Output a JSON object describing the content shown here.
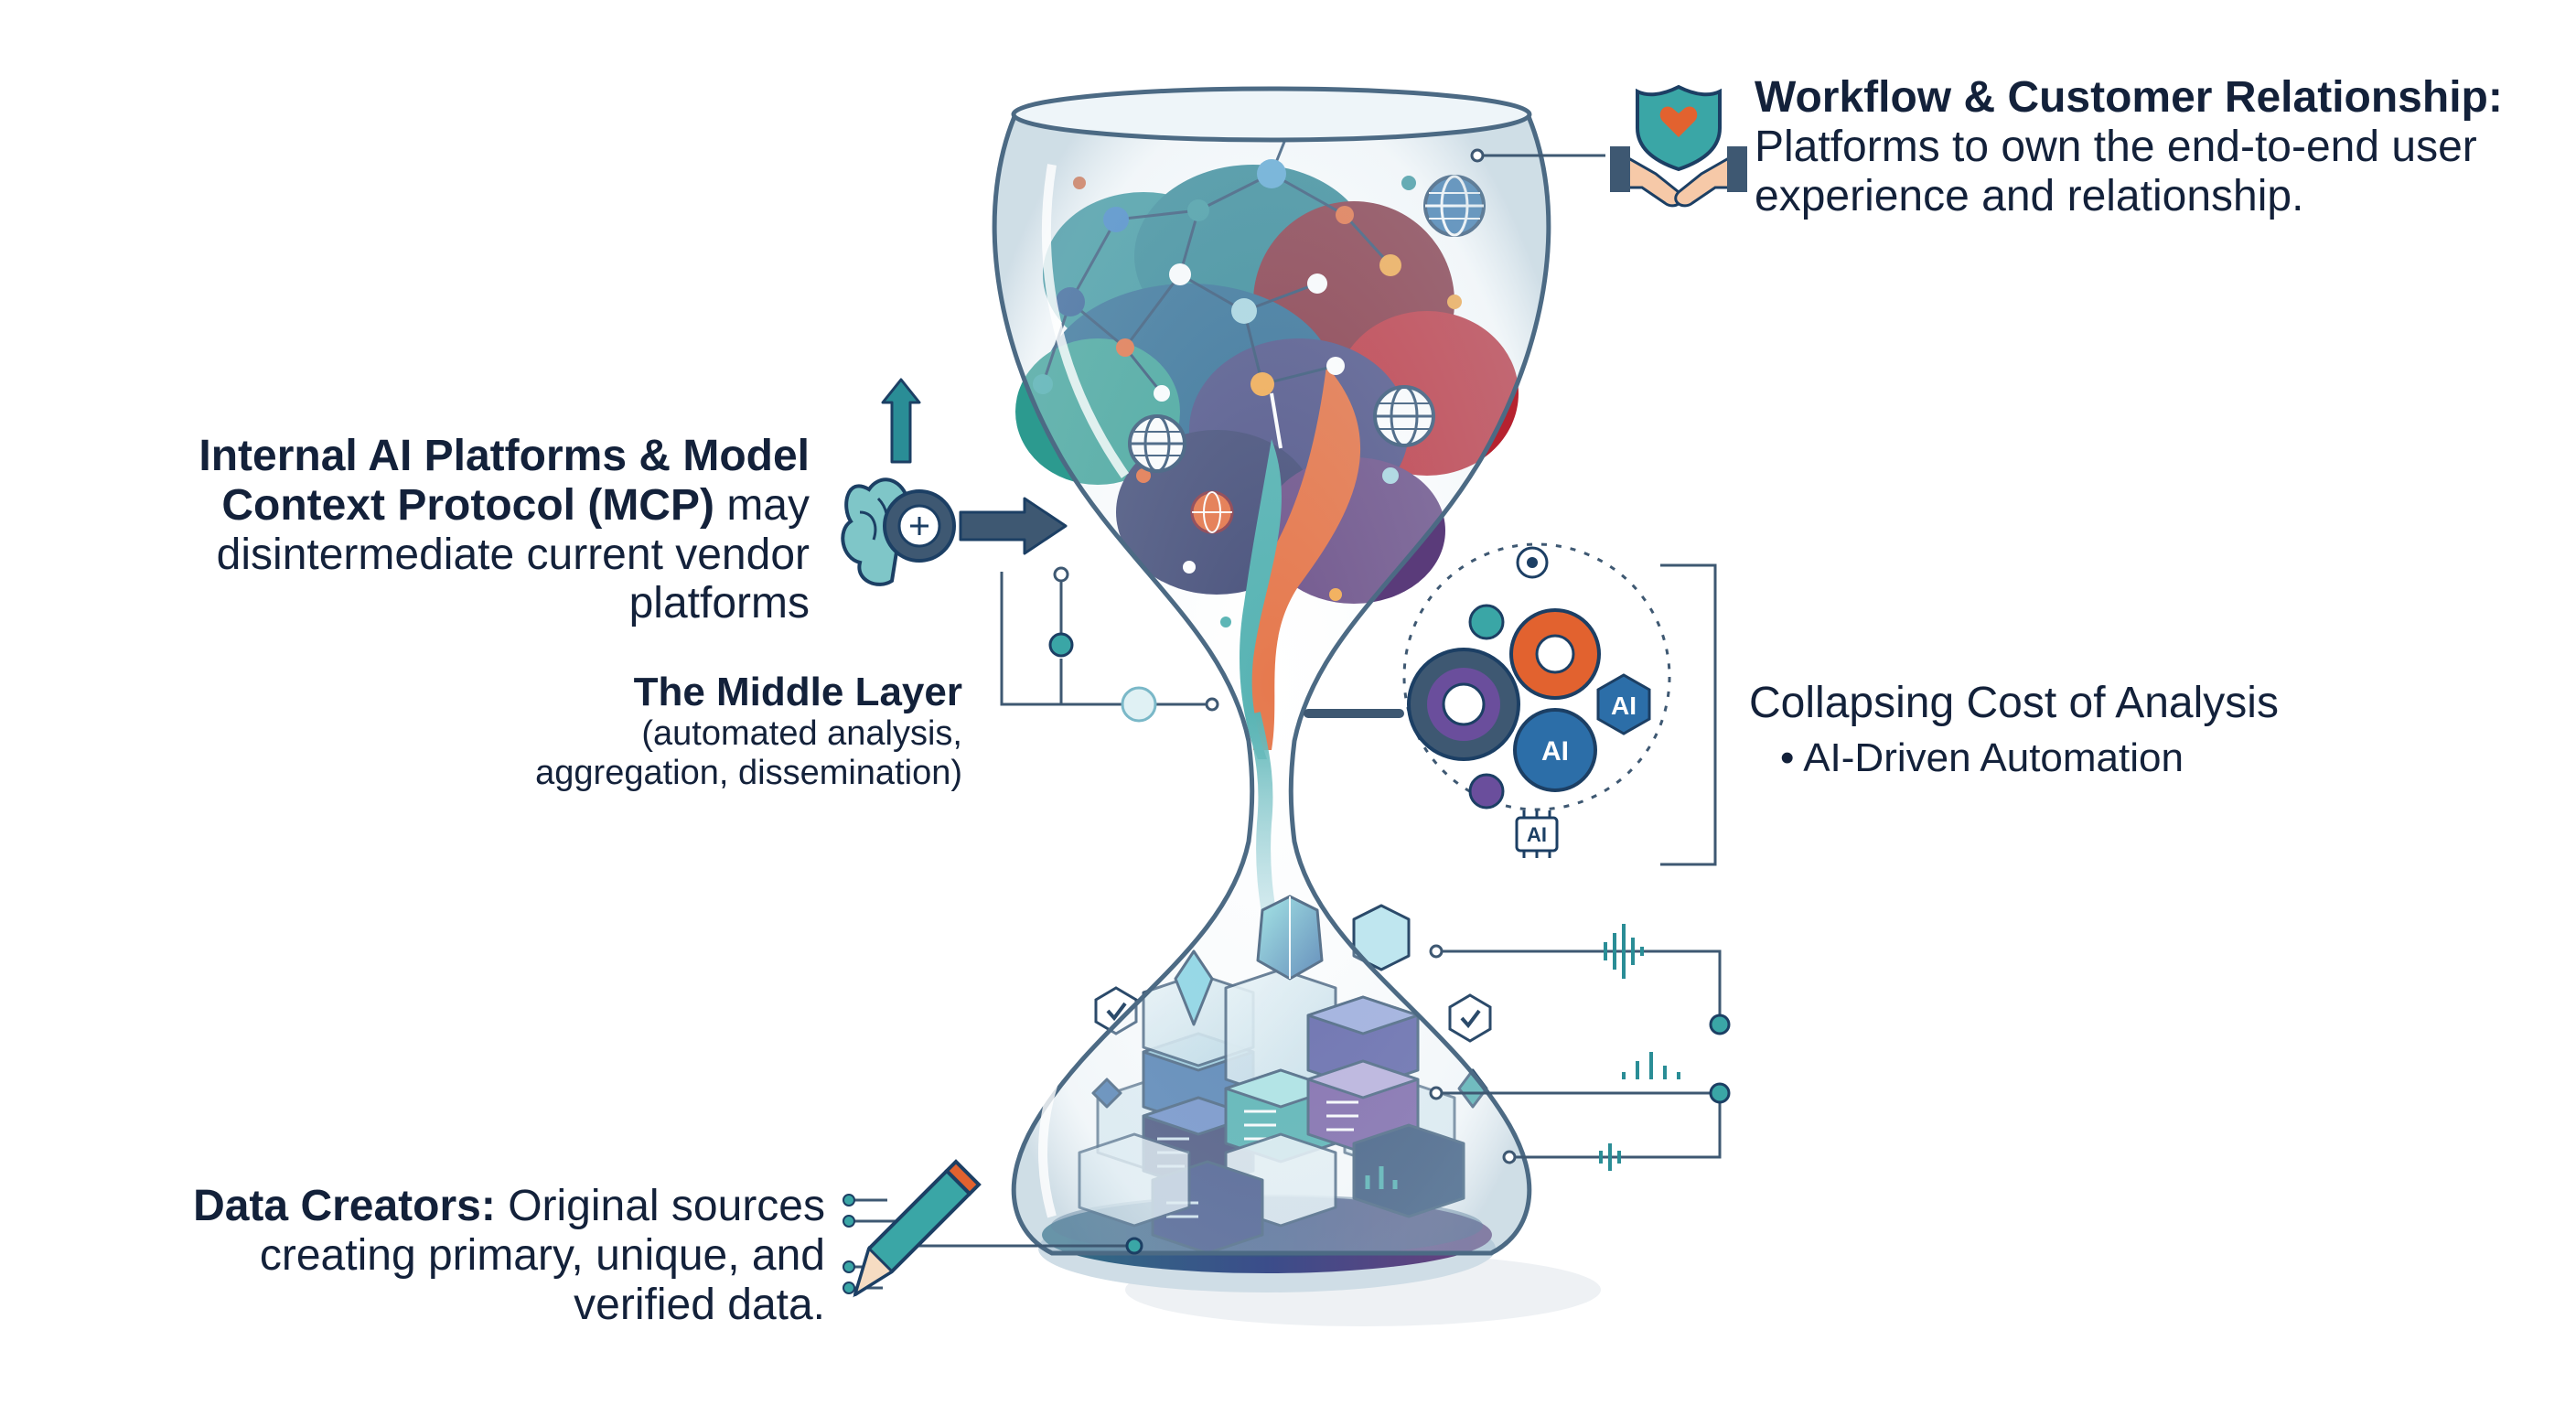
{
  "workflow": {
    "title": "Workflow & Customer Relationship:",
    "description": "Platforms to own the end-to-end user experience and relationship."
  },
  "internal_ai": {
    "title": "Internal AI Platforms & Model Context Protocol (MCP)",
    "description": "may disintermediate current vendor platforms"
  },
  "middle_layer": {
    "title": "The Middle Layer",
    "description": "(automated analysis, aggregation, dissemination)"
  },
  "collapsing_cost": {
    "title": "Collapsing Cost of Analysis",
    "bullet": "AI-Driven Automation"
  },
  "data_creators": {
    "title": "Data Creators:",
    "description": "Original sources creating primary, unique, and verified data."
  },
  "badges": {
    "ai_large": "AI",
    "ai_side": "AI",
    "ai_chip": "AI"
  },
  "icons": [
    "handshake-shield-icon",
    "globe-icon",
    "brain-gear-icon",
    "arrow-up-icon",
    "arrow-right-icon",
    "gear-icon",
    "chip-icon",
    "pencil-icon",
    "checkmark-icon",
    "waveform-icon"
  ],
  "colors": {
    "navy": "#13213a",
    "teal": "#2a8d96",
    "line": "#3e5872",
    "orange": "#e2622f",
    "red": "#b6222f",
    "purple": "#6a4e9c",
    "blue": "#2c6ea8"
  }
}
